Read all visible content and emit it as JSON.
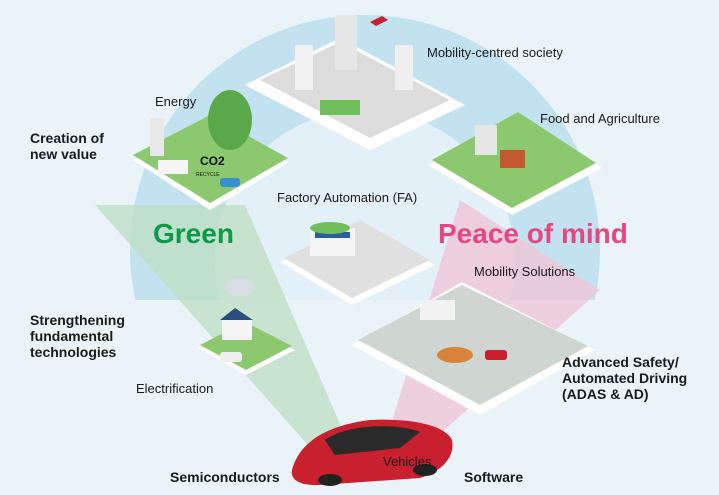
{
  "labels": {
    "mobility_society": "Mobility-centred society",
    "energy": "Energy",
    "food_agriculture": "Food and Agriculture",
    "creation_line1": "Creation of",
    "creation_line2": "new value",
    "factory_automation": "Factory Automation (FA)",
    "green": "Green",
    "peace_of_mind": "Peace of mind",
    "mobility_solutions": "Mobility Solutions",
    "strengthening_line1": "Strengthening",
    "strengthening_line2": "fundamental",
    "strengthening_line3": "technologies",
    "adas_line1": "Advanced Safety/",
    "adas_line2": "Automated Driving",
    "adas_line3": "(ADAS & AD)",
    "electrification": "Electrification",
    "vehicles": "Vehicles",
    "semiconductors": "Semiconductors",
    "software": "Software",
    "co2": "CO2",
    "recycle": "RECYCLE"
  },
  "colors": {
    "green": "#0a9a48",
    "pink": "#e8467f",
    "arc": "#bfe0ef",
    "car": "#c8202f"
  }
}
